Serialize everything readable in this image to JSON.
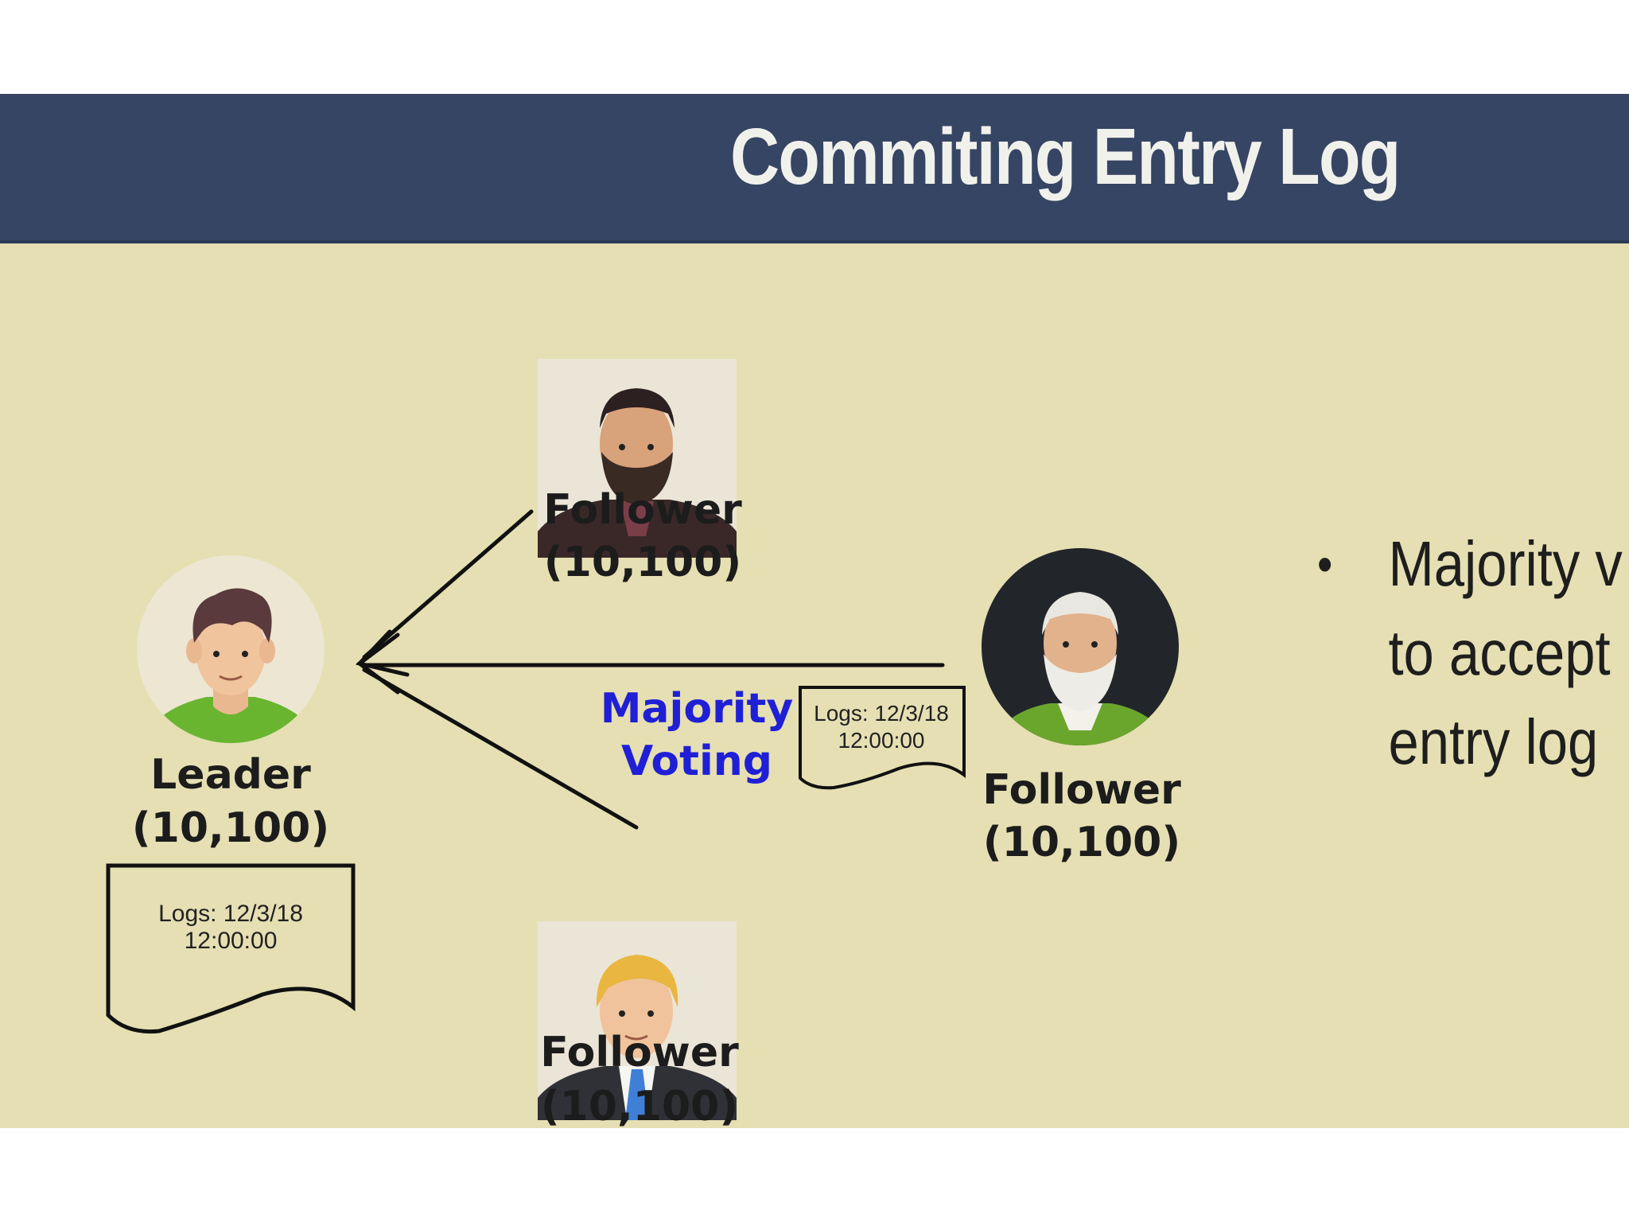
{
  "header": {
    "title": "Commiting Entry Log"
  },
  "nodes": {
    "leader": {
      "role": "Leader",
      "value": "(10,100)"
    },
    "follower_top": {
      "role": "Follower",
      "value": "(10,100)"
    },
    "follower_right": {
      "role": "Follower",
      "value": "(10,100)"
    },
    "follower_bottom": {
      "role": "Follower",
      "value": "(10,100)"
    }
  },
  "edge_label": {
    "line1": "Majority",
    "line2": "Voting"
  },
  "logs": {
    "leader": {
      "line1": "Logs: 12/3/18",
      "line2": "12:00:00"
    },
    "follower_right": {
      "line1": "Logs: 12/3/18",
      "line2": "12:00:00"
    }
  },
  "bullets": {
    "symbol": "•",
    "line1": "Majority v",
    "line2": "to accept",
    "line3": "entry log"
  },
  "colors": {
    "header_bg": "#364563",
    "slide_bg": "#e5dfb3",
    "title_text": "#f1f1ec",
    "vote_label": "#1f1fd6",
    "arrow": "#111111"
  },
  "icons": {
    "leader": "young-man-green-shirt-avatar",
    "follower_top": "bearded-man-avatar",
    "follower_right": "old-man-avatar",
    "follower_bottom": "blond-man-suit-avatar"
  }
}
